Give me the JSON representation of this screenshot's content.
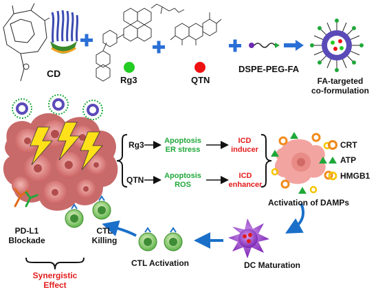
{
  "top": {
    "cd_label": "CD",
    "rg3_label": "Rg3",
    "qtn_label": "QTN",
    "dspe_label": "DSPE-PEG-FA",
    "fa_line1": "FA-targeted",
    "fa_line2": "co-formulation"
  },
  "middle": {
    "rg3": "Rg3",
    "qtn": "QTN",
    "rg3_effect_line1": "Apoptosis",
    "rg3_effect_line2": "ER stress",
    "qtn_effect_line1": "Apoptosis",
    "qtn_effect_line2": "ROS",
    "icd1_line1": "ICD",
    "icd1_line2": "inducer",
    "icd2_line1": "ICD",
    "icd2_line2": "enhancer"
  },
  "damps": {
    "legend": [
      {
        "label": "CRT",
        "icon": "orange-ring-icon",
        "color": "#f08a1c"
      },
      {
        "label": "ATP",
        "icon": "green-triangle-icon",
        "color": "#1fa83a"
      },
      {
        "label": "HMGB1",
        "icon": "yellow-ring-icon",
        "color": "#f5c400"
      }
    ],
    "caption": "Activation of DAMPs"
  },
  "bottom": {
    "dc_maturation": "DC Maturation",
    "ctl_activation": "CTL Activation",
    "ctl_killing_line1": "CTL",
    "ctl_killing_line2": "Killing",
    "pdl1_line1": "PD-L1",
    "pdl1_line2": "Blockade",
    "synergy_line1": "Synergistic",
    "synergy_line2": "Effect"
  },
  "colors": {
    "plus": "#2a6fd6",
    "arrow_blue": "#1a6fc9",
    "green_text": "#1fa83a",
    "red_text": "#e21b1b",
    "tumor": "#d9797a",
    "dc": "#9b3fcf"
  }
}
